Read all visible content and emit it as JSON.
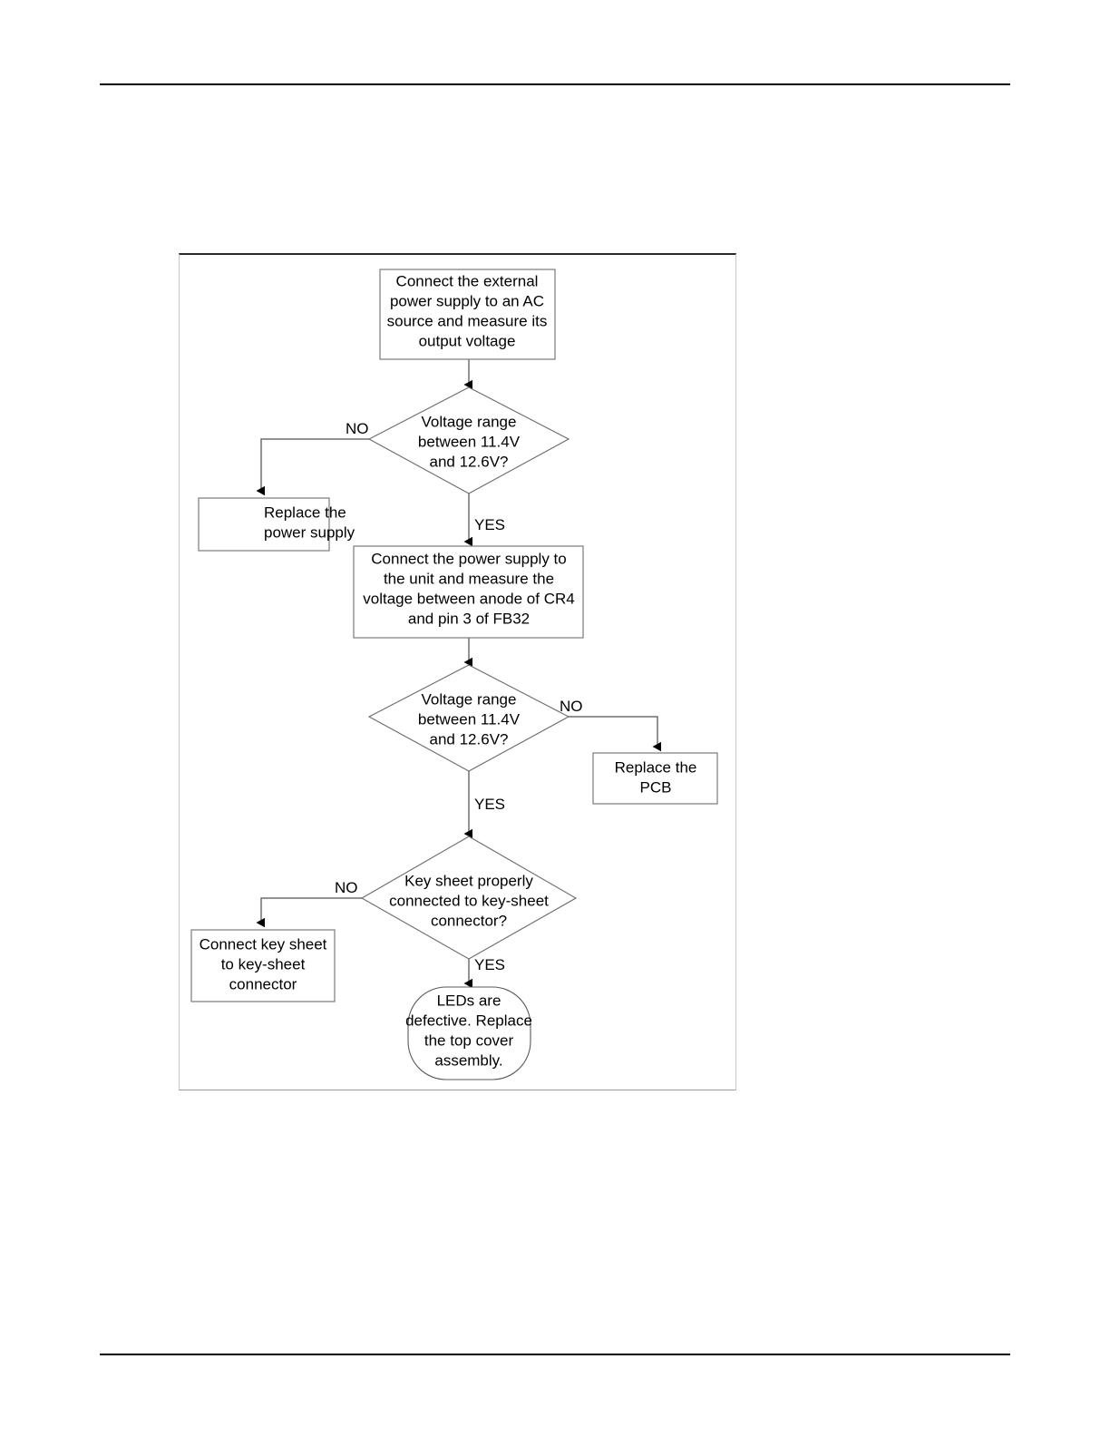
{
  "page": {
    "background_color": "#ffffff",
    "header_rule_color": "#000000",
    "footer_rule_color": "#000000"
  },
  "diagram": {
    "frame_border_top_color": "#2b2b2b",
    "frame_border_side_color": "#c8c8c8",
    "line_color": "#6f6f6f",
    "text_color": "#000000",
    "nodes": {
      "start_process": {
        "type": "process",
        "lines": [
          "Connect the external",
          "power supply to an AC",
          "source and measure its",
          "output voltage"
        ]
      },
      "decision_supply_voltage": {
        "type": "decision",
        "lines": [
          "Voltage range",
          "between 11.4V",
          "and 12.6V?"
        ]
      },
      "replace_power_supply": {
        "type": "process",
        "lines": [
          "Replace the",
          "power supply"
        ]
      },
      "measure_unit_process": {
        "type": "process",
        "lines": [
          "Connect the power supply to",
          "the unit and measure the",
          "voltage between anode of CR4",
          "and pin 3 of FB32"
        ]
      },
      "decision_unit_voltage": {
        "type": "decision",
        "lines": [
          "Voltage range",
          "between 11.4V",
          "and 12.6V?"
        ]
      },
      "replace_pcb": {
        "type": "process",
        "lines": [
          "Replace the",
          "PCB"
        ]
      },
      "decision_key_sheet": {
        "type": "decision",
        "lines": [
          "Key sheet properly",
          "connected to key-sheet",
          "connector?"
        ]
      },
      "connect_key_sheet": {
        "type": "process",
        "lines": [
          "Connect key sheet",
          "to key-sheet",
          "connector"
        ]
      },
      "leds_defective_terminal": {
        "type": "terminator",
        "lines": [
          "LEDs are",
          "defective. Replace",
          "the top cover",
          "assembly."
        ]
      }
    },
    "branch_labels": {
      "supply_no": "NO",
      "supply_yes": "YES",
      "unit_no": "NO",
      "unit_yes": "YES",
      "key_sheet_no": "NO",
      "key_sheet_yes": "YES"
    }
  }
}
